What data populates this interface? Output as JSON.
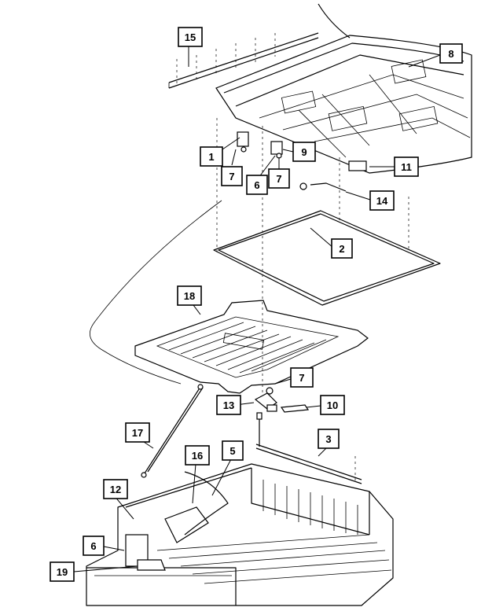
{
  "callouts": {
    "c1": "1",
    "c2": "2",
    "c3": "3",
    "c5": "5",
    "c6a": "6",
    "c6b": "6",
    "c7a": "7",
    "c7b": "7",
    "c7c": "7",
    "c8": "8",
    "c9": "9",
    "c10": "10",
    "c11": "11",
    "c12": "12",
    "c13": "13",
    "c14": "14",
    "c15": "15",
    "c16": "16",
    "c17": "17",
    "c18": "18",
    "c19": "19"
  },
  "colors": {
    "line": "#000000",
    "background": "#ffffff"
  }
}
